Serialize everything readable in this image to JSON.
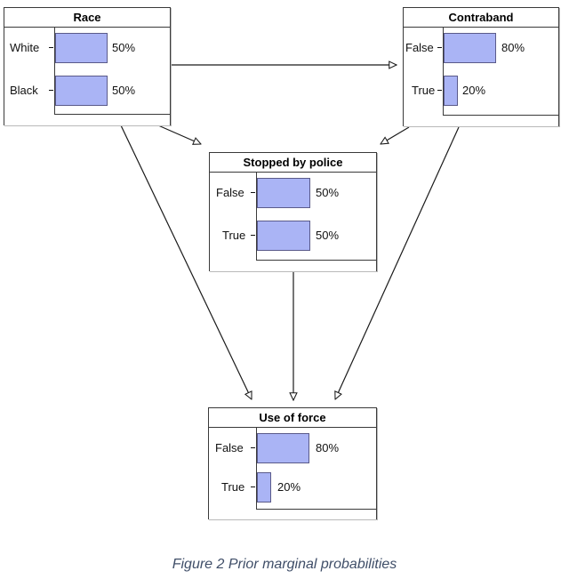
{
  "figure": {
    "caption": "Figure 2 Prior marginal probabilities",
    "caption_color": "#3f4e68"
  },
  "style": {
    "bar_fill": "#aab4f5",
    "bar_border": "#5a5a8a",
    "node_border": "#3a3a3a",
    "background": "#ffffff"
  },
  "chart_data": {
    "type": "bar",
    "title": "Figure 2 Prior marginal probabilities",
    "xlabel": "",
    "ylabel": "",
    "xlim": [
      0,
      100
    ],
    "grid": false,
    "legend": "none",
    "note": "Bayesian network node marginals; each node shows a horizontal bar chart of state probabilities in percent.",
    "nodes": [
      {
        "id": "race",
        "title": "Race",
        "categories": [
          "White",
          "Black"
        ],
        "values": [
          50,
          50
        ],
        "labels": [
          "50%",
          "50%"
        ]
      },
      {
        "id": "contraband",
        "title": "Contraband",
        "categories": [
          "False",
          "True"
        ],
        "values": [
          80,
          20
        ],
        "labels": [
          "80%",
          "20%"
        ]
      },
      {
        "id": "stopped",
        "title": "Stopped by police",
        "categories": [
          "False",
          "True"
        ],
        "values": [
          50,
          50
        ],
        "labels": [
          "50%",
          "50%"
        ]
      },
      {
        "id": "force",
        "title": "Use of force",
        "categories": [
          "False",
          "True"
        ],
        "values": [
          80,
          20
        ],
        "labels": [
          "80%",
          "20%"
        ]
      }
    ],
    "edges": [
      {
        "from": "race",
        "to": "contraband"
      },
      {
        "from": "race",
        "to": "stopped"
      },
      {
        "from": "race",
        "to": "force"
      },
      {
        "from": "contraband",
        "to": "stopped"
      },
      {
        "from": "contraband",
        "to": "force"
      },
      {
        "from": "stopped",
        "to": "force"
      }
    ]
  },
  "nodes": {
    "race": {
      "title": "Race",
      "rows": [
        {
          "label": "White",
          "value": "50%"
        },
        {
          "label": "Black",
          "value": "50%"
        }
      ]
    },
    "contraband": {
      "title": "Contraband",
      "rows": [
        {
          "label": "False",
          "value": "80%"
        },
        {
          "label": "True",
          "value": "20%"
        }
      ]
    },
    "stopped": {
      "title": "Stopped by police",
      "rows": [
        {
          "label": "False",
          "value": "50%"
        },
        {
          "label": "True",
          "value": "50%"
        }
      ]
    },
    "force": {
      "title": "Use of force",
      "rows": [
        {
          "label": "False",
          "value": "80%"
        },
        {
          "label": "True",
          "value": "20%"
        }
      ]
    }
  }
}
